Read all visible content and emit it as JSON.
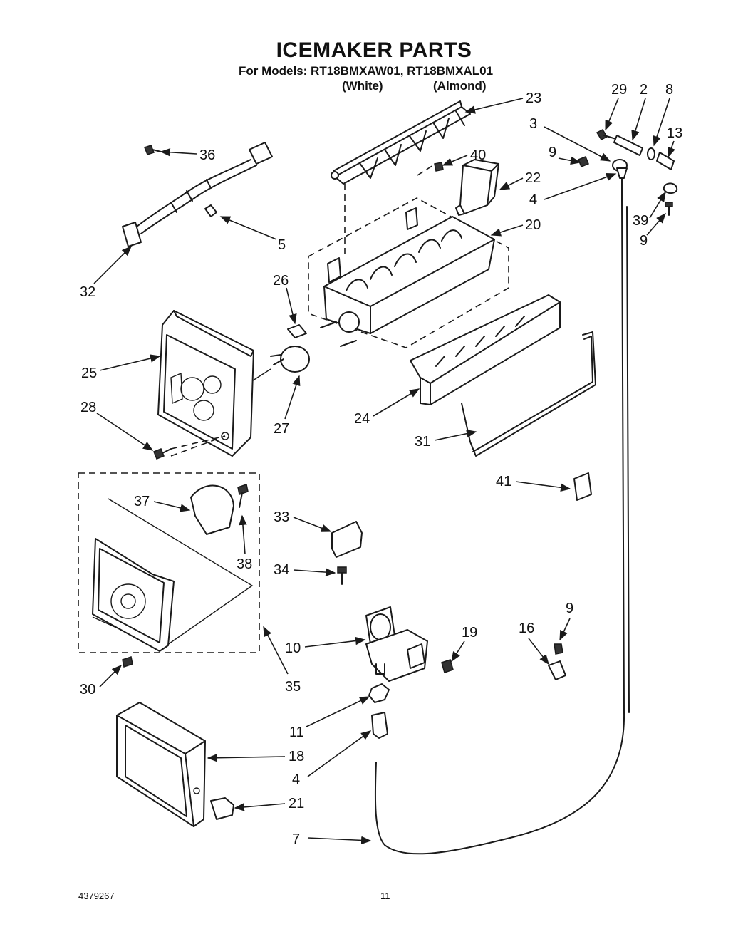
{
  "page": {
    "title": "ICEMAKER PARTS",
    "models_line": "For Models:  RT18BMXAW01, RT18BMXAL01",
    "variant_white": "(White)",
    "variant_almond": "(Almond)",
    "doc_number": "4379267",
    "page_number": "11"
  },
  "parts": [
    {
      "id": "p23",
      "label": "23"
    },
    {
      "id": "p29",
      "label": "29"
    },
    {
      "id": "p2",
      "label": "2"
    },
    {
      "id": "p8",
      "label": "8"
    },
    {
      "id": "p3",
      "label": "3"
    },
    {
      "id": "p13",
      "label": "13"
    },
    {
      "id": "p36",
      "label": "36"
    },
    {
      "id": "p40",
      "label": "40"
    },
    {
      "id": "p9a",
      "label": "9"
    },
    {
      "id": "p22",
      "label": "22"
    },
    {
      "id": "p4a",
      "label": "4"
    },
    {
      "id": "p39",
      "label": "39"
    },
    {
      "id": "p9b",
      "label": "9"
    },
    {
      "id": "p5",
      "label": "5"
    },
    {
      "id": "p20",
      "label": "20"
    },
    {
      "id": "p32",
      "label": "32"
    },
    {
      "id": "p26",
      "label": "26"
    },
    {
      "id": "p25",
      "label": "25"
    },
    {
      "id": "p27",
      "label": "27"
    },
    {
      "id": "p24",
      "label": "24"
    },
    {
      "id": "p28",
      "label": "28"
    },
    {
      "id": "p31",
      "label": "31"
    },
    {
      "id": "p41",
      "label": "41"
    },
    {
      "id": "p37",
      "label": "37"
    },
    {
      "id": "p38",
      "label": "38"
    },
    {
      "id": "p33",
      "label": "33"
    },
    {
      "id": "p34",
      "label": "34"
    },
    {
      "id": "p9c",
      "label": "9"
    },
    {
      "id": "p16",
      "label": "16"
    },
    {
      "id": "p19",
      "label": "19"
    },
    {
      "id": "p10",
      "label": "10"
    },
    {
      "id": "p30",
      "label": "30"
    },
    {
      "id": "p35",
      "label": "35"
    },
    {
      "id": "p11",
      "label": "11"
    },
    {
      "id": "p18",
      "label": "18"
    },
    {
      "id": "p4b",
      "label": "4"
    },
    {
      "id": "p21",
      "label": "21"
    },
    {
      "id": "p7",
      "label": "7"
    }
  ]
}
